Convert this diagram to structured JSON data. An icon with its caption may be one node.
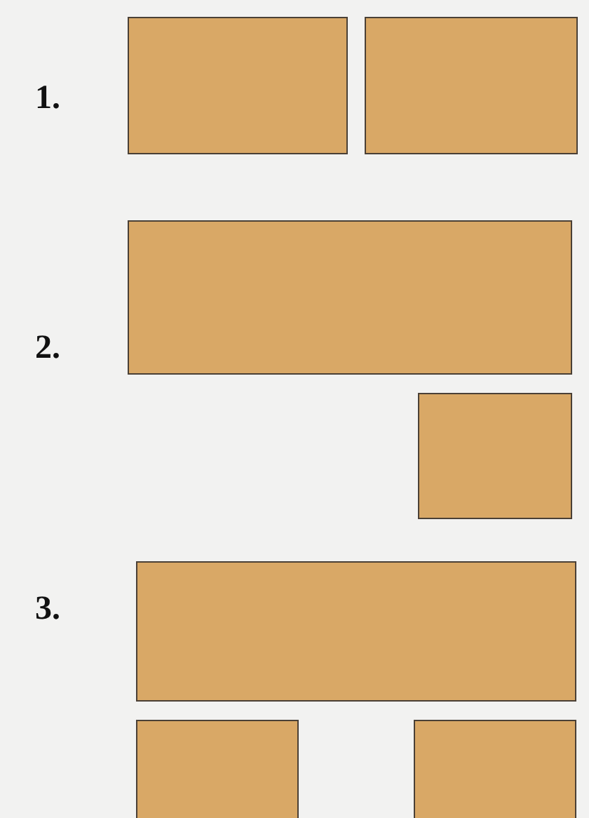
{
  "diagram": {
    "nodes": [
      {
        "text": [],
        "shape": "box"
      },
      {
        "text": [],
        "shape": "box"
      },
      {
        "text": [],
        "shape": "box"
      },
      {
        "text": [],
        "shape": "box"
      },
      {
        "text": [],
        "shape": "box"
      },
      {
        "text": [],
        "shape": "box"
      },
      {
        "text": [],
        "shape": "box"
      }
    ],
    "labels": [
      "1.",
      "2.",
      "3."
    ]
  }
}
